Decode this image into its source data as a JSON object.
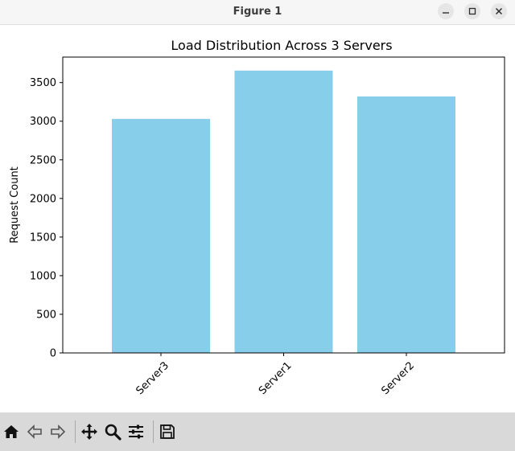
{
  "window": {
    "title": "Figure 1"
  },
  "window_controls": {
    "minimize": "minimize-icon",
    "maximize": "maximize-icon",
    "close": "close-icon"
  },
  "toolbar": {
    "tools": [
      "home-icon",
      "back-arrow-icon",
      "forward-arrow-icon",
      "pan-icon",
      "zoom-icon",
      "configure-subplots-icon",
      "save-icon"
    ]
  },
  "colors": {
    "bar": "#87ceeb",
    "axes": "#000000",
    "toolbar_bg": "#d9d9d9"
  },
  "chart_data": {
    "type": "bar",
    "title": "Load Distribution Across 3 Servers",
    "xlabel": "",
    "ylabel": "Request Count",
    "categories": [
      "Server3",
      "Server1",
      "Server2"
    ],
    "values": [
      3030,
      3655,
      3320
    ],
    "ylim": [
      0,
      3830
    ],
    "yticks": [
      0,
      500,
      1000,
      1500,
      2000,
      2500,
      3000,
      3500
    ],
    "xtick_rotation": 45,
    "grid": false,
    "legend": "none"
  }
}
